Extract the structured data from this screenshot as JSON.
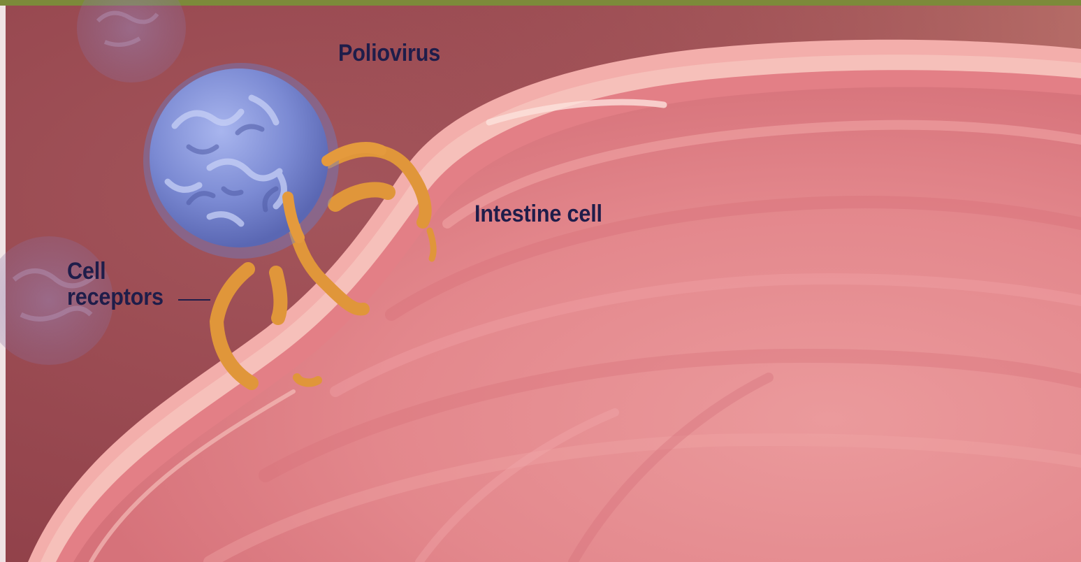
{
  "labels": {
    "virus": "Poliovirus",
    "intestine_cell": "Intestine cell",
    "receptors_line1": "Cell",
    "receptors_line2": "receptors"
  },
  "colors": {
    "frame_border": "#7c8a3a",
    "background": "#9c4a52",
    "cell_membrane": "#f2a8a8",
    "cell_interior": "#e48a8e",
    "virus": "#7f8fd6",
    "receptor": "#e0973a",
    "label_text": "#1f1d4a"
  }
}
